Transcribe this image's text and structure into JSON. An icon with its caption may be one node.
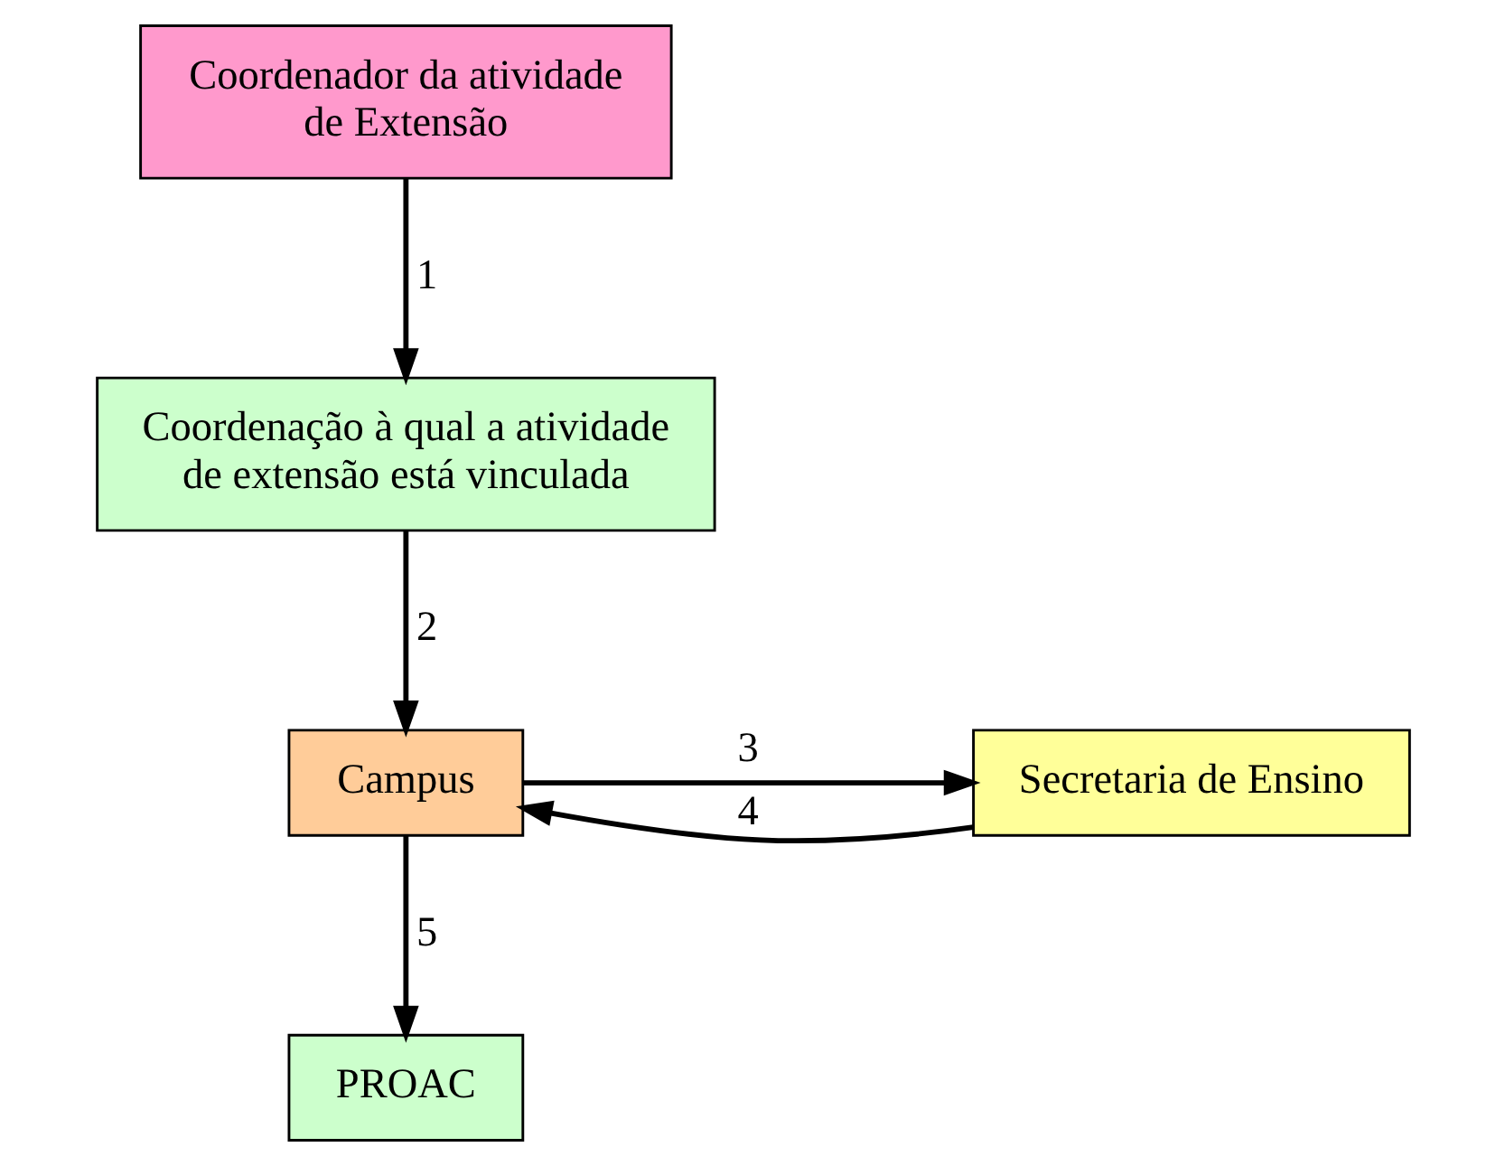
{
  "diagram": {
    "nodes": [
      {
        "text": [
          "Coordenador da atividade de Extensão"
        ]
      },
      {
        "text": [
          "Coordenação à qual a atividade de extensão está vinculada"
        ]
      },
      {
        "text": [
          "Campus"
        ]
      },
      {
        "text": [
          "Secretaria de Ensino"
        ]
      },
      {
        "text": [
          "PROAC"
        ]
      }
    ],
    "edges": [
      {
        "from": 0,
        "to": 1,
        "arrow": "to",
        "label": "1"
      },
      {
        "from": 1,
        "to": 2,
        "arrow": "to",
        "label": "2"
      },
      {
        "from": 2,
        "to": 3,
        "arrow": "to",
        "label": "3"
      },
      {
        "from": 3,
        "to": 2,
        "arrow": "to",
        "label": "4"
      },
      {
        "from": 2,
        "to": 4,
        "arrow": "to",
        "label": "5"
      }
    ]
  }
}
